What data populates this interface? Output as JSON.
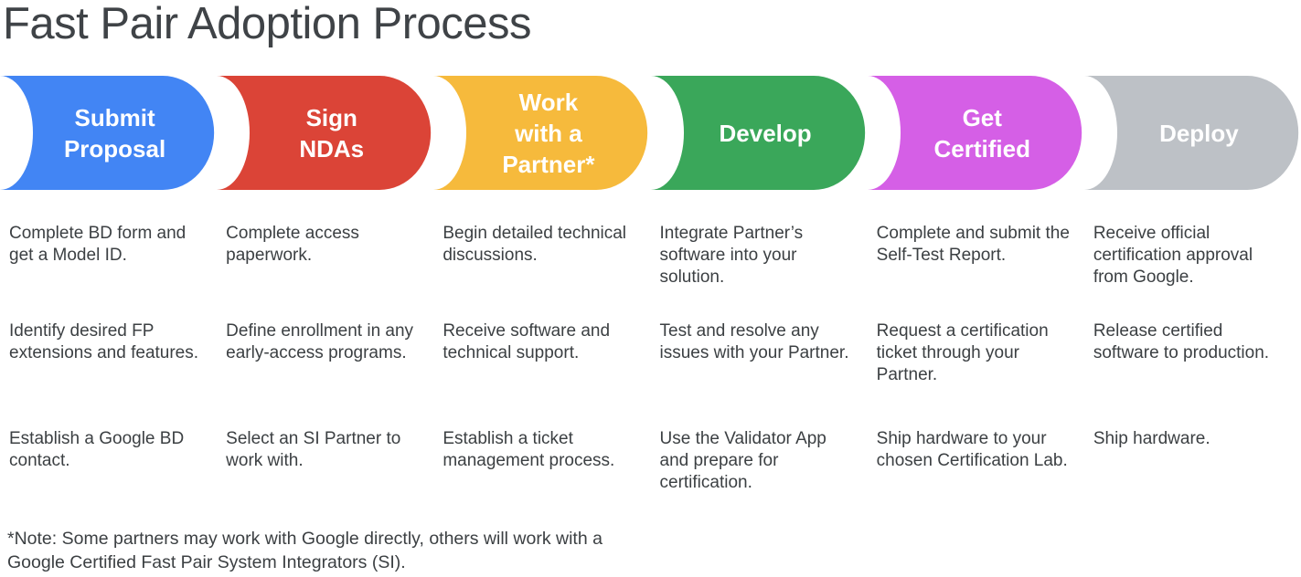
{
  "title": "Fast Pair Adoption Process",
  "note": "*Note: Some partners may work with Google directly, others will work with a Google Certified Fast Pair System Integrators (SI).",
  "text_color": "#3C4043",
  "stages": [
    {
      "label": "Submit\nProposal",
      "color": "#4285F4",
      "details": [
        "Complete BD form and get a Model ID.",
        "Identify desired FP extensions and features.",
        "Establish a Google BD contact."
      ]
    },
    {
      "label": "Sign\nNDAs",
      "color": "#DB4437",
      "details": [
        "Complete access paperwork.",
        "Define enrollment in any early-access programs.",
        "Select an SI Partner to work with."
      ]
    },
    {
      "label": "Work\nwith a\nPartner*",
      "color": "#F6BA3C",
      "details": [
        "Begin detailed technical discussions.",
        "Receive software and technical support.",
        "Establish a ticket management process."
      ]
    },
    {
      "label": "Develop",
      "color": "#3AA75A",
      "details": [
        "Integrate Partner’s software into your solution.",
        "Test and resolve any issues with your Partner.",
        "Use the Validator App and prepare for certification."
      ]
    },
    {
      "label": "Get\nCertified",
      "color": "#D55FE6",
      "details": [
        "Complete and submit the Self-Test Report.",
        "Request a certification ticket through your Partner.",
        "Ship hardware to your chosen Certification Lab."
      ]
    },
    {
      "label": "Deploy",
      "color": "#BDC1C6",
      "details": [
        "Receive official certification approval from Google.",
        "Release certified software to production.",
        "Ship hardware."
      ]
    }
  ]
}
